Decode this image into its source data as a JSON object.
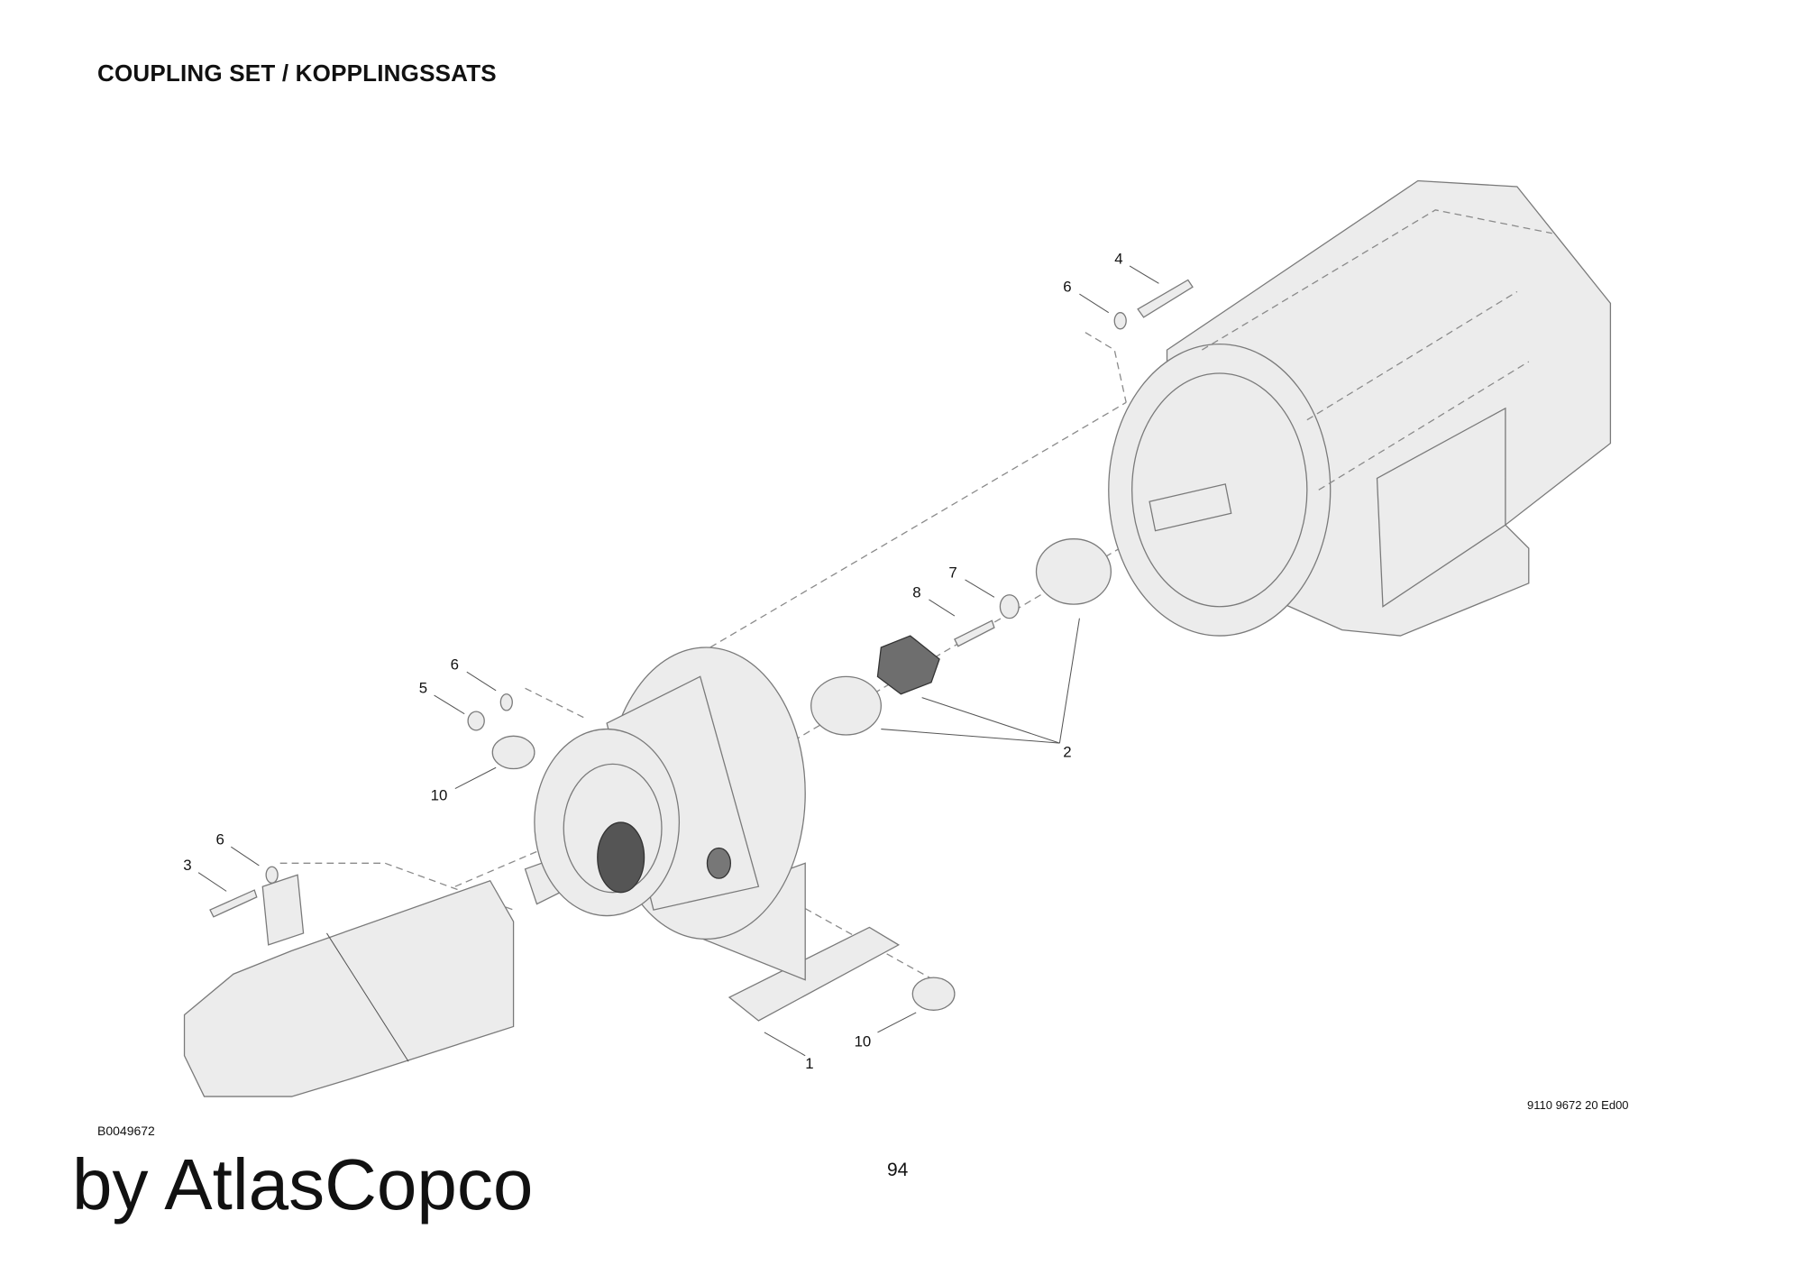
{
  "header": {
    "title": "COUPLING SET / KOPPLINGSSATS"
  },
  "figure": {
    "id": "B0049672",
    "document_number": "9110 9672 20 Ed00",
    "callouts": [
      {
        "label": "4"
      },
      {
        "label": "6"
      },
      {
        "label": "7"
      },
      {
        "label": "8"
      },
      {
        "label": "6"
      },
      {
        "label": "5"
      },
      {
        "label": "2"
      },
      {
        "label": "10"
      },
      {
        "label": "6"
      },
      {
        "label": "3"
      },
      {
        "label": "1"
      },
      {
        "label": "10"
      }
    ]
  },
  "footer": {
    "page_number": "94",
    "brand": "by AtlasCopco"
  }
}
